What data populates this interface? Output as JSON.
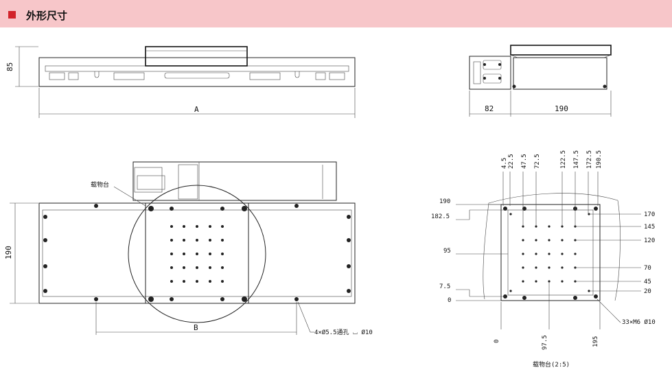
{
  "header": {
    "title": "外形尺寸",
    "accent": "#d2232a",
    "background": "#f7c6c9"
  },
  "views": {
    "front": {
      "height_label": "85",
      "length_label": "A"
    },
    "side": {
      "width_left_label": "82",
      "width_right_label": "190"
    },
    "top": {
      "height_label": "190",
      "stage_label": "载物台",
      "width_label": "B",
      "hole_note": "4×Ø5.5通孔 ⌴ Ø10"
    },
    "stage": {
      "top_labels": [
        "4.5",
        "22.5",
        "47.5",
        "72.5",
        "122.5",
        "147.5",
        "172.5",
        "190.5"
      ],
      "left_labels": [
        "190",
        "182.5",
        "95",
        "7.5",
        "0"
      ],
      "right_labels": [
        "170",
        "145",
        "120",
        "70",
        "45",
        "20"
      ],
      "bottom_labels": [
        "0",
        "97.5",
        "195"
      ],
      "thread_note": "33×M6 Ø10",
      "caption": "载物台(2:5)"
    }
  }
}
